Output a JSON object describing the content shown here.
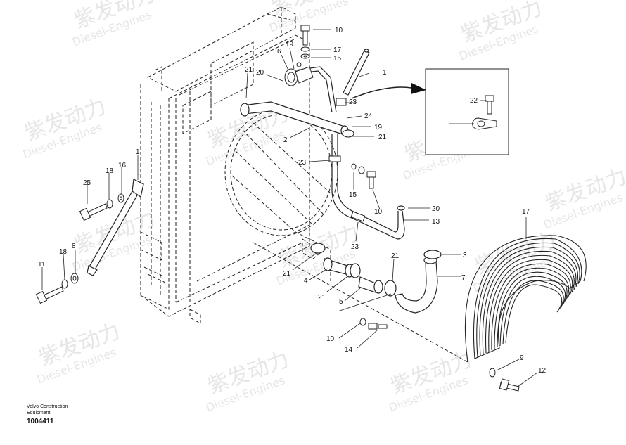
{
  "watermark": {
    "cn": "紫发动力",
    "en": "Diesel-Engines"
  },
  "caption": {
    "line1": "Volvo Construction",
    "line2": "Equipment",
    "number": "1004411"
  },
  "callouts": [
    "10",
    "17",
    "15",
    "19",
    "6",
    "20",
    "21",
    "1",
    "23",
    "24",
    "19",
    "21",
    "2",
    "23",
    "15",
    "10",
    "20",
    "13",
    "23",
    "25",
    "18",
    "16",
    "1",
    "11",
    "18",
    "8",
    "21",
    "4",
    "21",
    "5",
    "21",
    "3",
    "7",
    "17",
    "10",
    "14",
    "9",
    "12",
    "22"
  ]
}
